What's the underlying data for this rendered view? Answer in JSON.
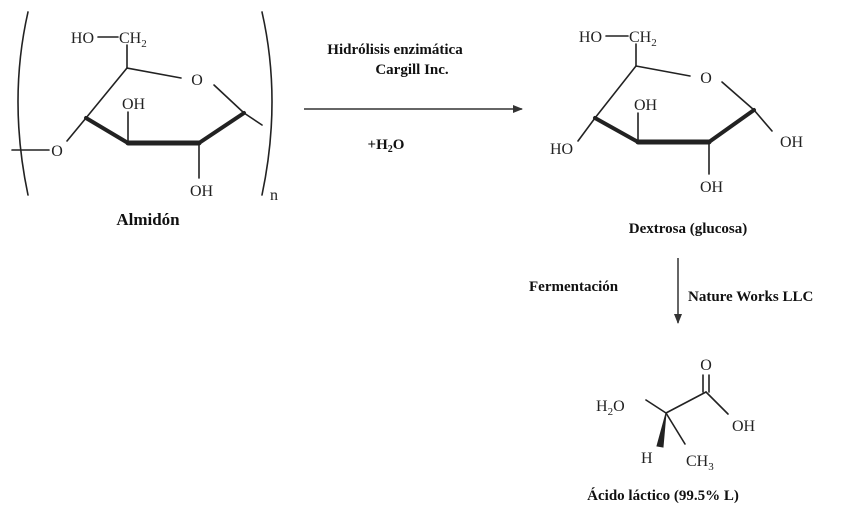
{
  "reactant": {
    "name": "Almidón",
    "repeat_subscript": "n",
    "atoms": {
      "ho": "HO",
      "ch": "CH",
      "ch_sub": "2",
      "ring_o": "O",
      "oh_c3": "OH",
      "oh_c2": "OH",
      "link_o": "O"
    }
  },
  "step1": {
    "label_line1": "Hidrólisis enzimática",
    "label_line2": "Cargill Inc.",
    "reagent_main": "+H",
    "reagent_sub": "2",
    "reagent_o": "O"
  },
  "product1": {
    "name": "Dextrosa (glucosa)",
    "atoms": {
      "ho": "HO",
      "ch": "CH",
      "ch_sub": "2",
      "ring_o": "O",
      "oh_c3": "OH",
      "ho_c4": "HO",
      "oh_c1": "OH",
      "oh_c2": "OH"
    }
  },
  "step2": {
    "process": "Fermentación",
    "company": "Nature Works LLC"
  },
  "product2": {
    "name": "Ácido láctico (99.5% L)",
    "atoms": {
      "carbonyl_o": "O",
      "h2o_h": "H",
      "h2o_sub": "2",
      "h2o_o": "O",
      "oh": "OH",
      "h": "H",
      "ch": "CH",
      "ch_sub": "3"
    }
  }
}
